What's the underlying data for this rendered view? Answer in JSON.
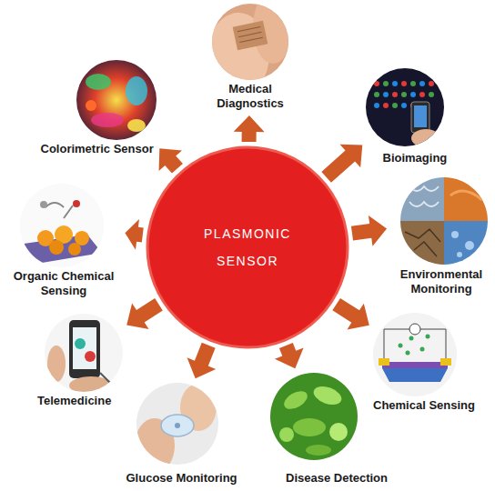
{
  "diagram": {
    "nodes": [
      {
        "text": [
          "PLASMONIC SENSOR"
        ]
      },
      {
        "text": [
          "Medical Diagnostics"
        ]
      },
      {
        "text": [
          "Bioimaging"
        ]
      },
      {
        "text": [
          "Environmental Monitoring"
        ]
      },
      {
        "text": [
          "Chemical Sensing"
        ]
      },
      {
        "text": [
          "Disease Detection"
        ]
      },
      {
        "text": [
          "Glucose Monitoring"
        ]
      },
      {
        "text": [
          "Telemedicine"
        ]
      },
      {
        "text": [
          "Organic Chemical Sensing"
        ]
      },
      {
        "text": [
          "Colorimetric Sensor"
        ]
      }
    ],
    "edges": [
      {
        "from": 0,
        "to": 1,
        "arrow": "to"
      },
      {
        "from": 0,
        "to": 2,
        "arrow": "to"
      },
      {
        "from": 0,
        "to": 3,
        "arrow": "to"
      },
      {
        "from": 0,
        "to": 4,
        "arrow": "to"
      },
      {
        "from": 0,
        "to": 5,
        "arrow": "to"
      },
      {
        "from": 0,
        "to": 6,
        "arrow": "to"
      },
      {
        "from": 0,
        "to": 7,
        "arrow": "to"
      },
      {
        "from": 0,
        "to": 8,
        "arrow": "to"
      },
      {
        "from": 0,
        "to": 9,
        "arrow": "to"
      }
    ]
  }
}
